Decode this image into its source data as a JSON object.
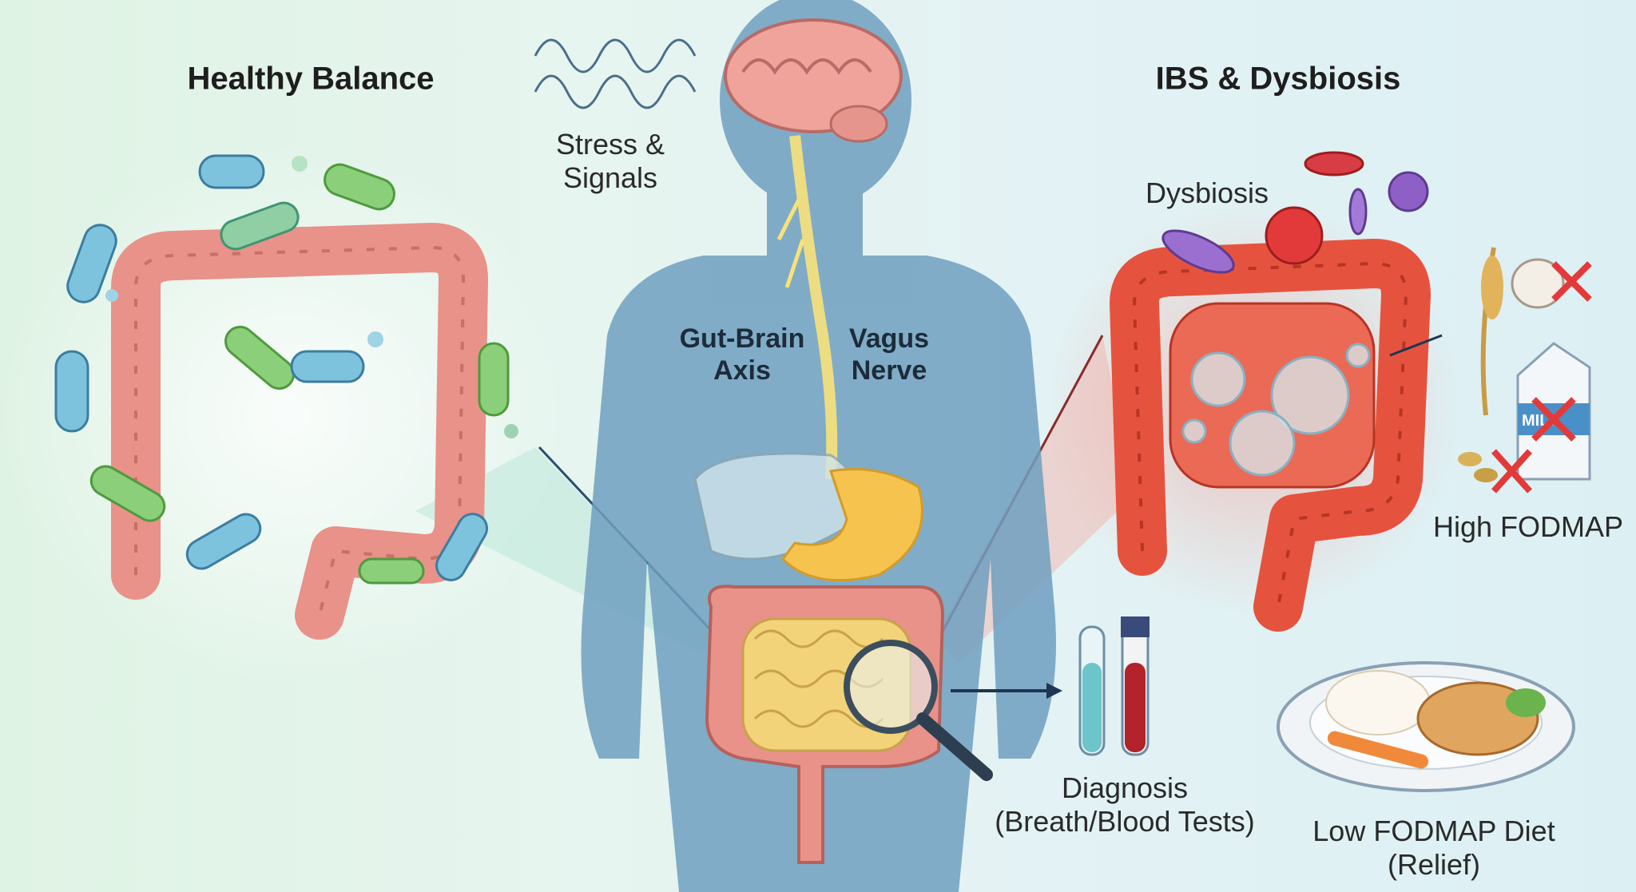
{
  "left_panel": {
    "title": "Healthy Balance"
  },
  "right_panel": {
    "title": "IBS & Dysbiosis",
    "dysbiosis_label": "Dysbiosis",
    "high_fodmap_label": "High FODMAP",
    "milk_carton_text": "MILK"
  },
  "center": {
    "stress_label_line1": "Stress &",
    "stress_label_line2": "Signals",
    "gut_brain_line1": "Gut-Brain",
    "gut_brain_line2": "Axis",
    "vagus_line1": "Vagus",
    "vagus_line2": "Nerve"
  },
  "diagnosis": {
    "line1": "Diagnosis",
    "line2": "(Breath/Blood Tests)"
  },
  "diet": {
    "line1": "Low FODMAP Diet",
    "line2": "(Relief)"
  },
  "colors": {
    "body": "#6f9fbf",
    "healthy_colon": "#e8928a",
    "inflamed_colon": "#e5533f",
    "nerve": "#f5d96a",
    "intestine": "#f2d37a"
  }
}
